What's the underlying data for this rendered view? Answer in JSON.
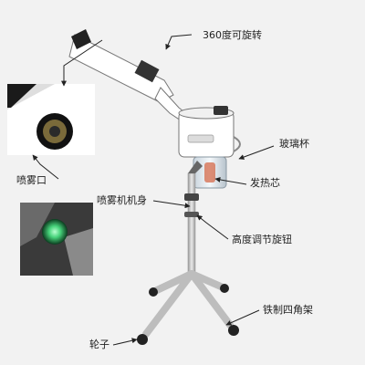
{
  "labels": {
    "rotate": "360度可旋转",
    "glass_cup": "玻璃杯",
    "heating_core": "发热芯",
    "body": "喷雾机机身",
    "height_knob": "高度调节旋钮",
    "nozzle": "喷雾口",
    "stand": "铁制四角架",
    "wheel": "轮子"
  },
  "colors": {
    "background": "#f2f2f2",
    "device_white": "#ffffff",
    "pole": "#c8c8c8",
    "dark": "#222222",
    "glow_green": "#46d27a"
  }
}
